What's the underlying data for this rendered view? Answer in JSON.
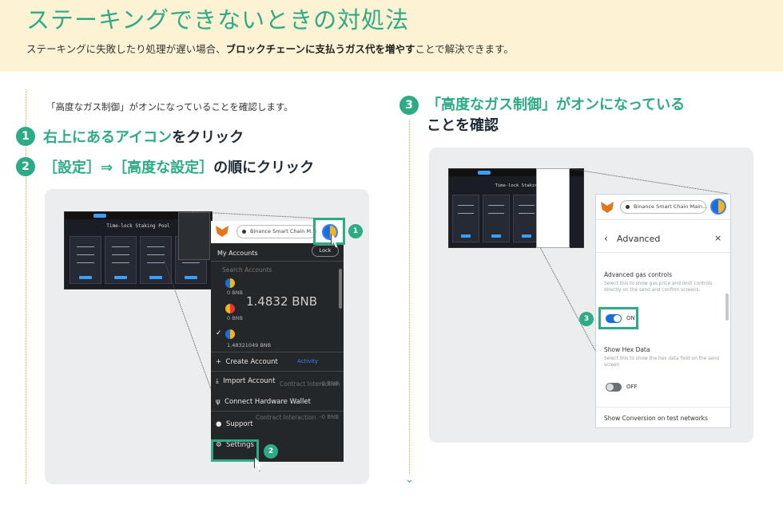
{
  "header": {
    "title": "ステーキングできないときの対処法",
    "subtitle_pre": "ステーキングに失敗したり処理が遅い場合、",
    "subtitle_bold1": "ブロックチェーンに支払うガス代を増やす",
    "subtitle_post": "ことで解決できます。"
  },
  "left": {
    "note": "「高度なガス制御」がオンになっていることを確認します。",
    "step1": {
      "num": "1",
      "green": "右上にあるアイコン",
      "rest": "をクリック"
    },
    "step2": {
      "num": "2",
      "green": "［設定］⇒［高度な設定］",
      "rest": "の順にクリック"
    }
  },
  "right": {
    "step3": {
      "num": "3",
      "line1": "「高度なガス制御」がオンになっている",
      "line2": "ことを確認"
    }
  },
  "dapp": {
    "title": "Time-lock Staking Pool"
  },
  "metamask": {
    "network": "Binance Smart Chain M...",
    "my_accounts": "My Accounts",
    "lock": "Lock",
    "search_placeholder": "Search Accounts",
    "acc1_balance": "0 BNB",
    "big_balance": "1.4832 BNB",
    "acc2_balance": "0 BNB",
    "acc3_balance": "1.48321049 BNB",
    "create_account": "Create Account",
    "activity": "Activity",
    "import_account": "Import Account",
    "bg_tx1": "Contract Interaction",
    "bg_amt1": "-0 BNB",
    "connect_hw": "Connect Hardware Wallet",
    "bg_tx2": "Contract Interaction",
    "bg_amt2": "-0 BNB",
    "support": "Support",
    "settings": "Settings",
    "badge1": "1",
    "badge2": "2"
  },
  "advanced": {
    "network": "Binance Smart Chain Main...",
    "back_title": "Advanced",
    "close": "×",
    "gas_title": "Advanced gas controls",
    "gas_desc": "Select this to show gas price and limit controls directly on the send and confirm screens.",
    "gas_state": "ON",
    "hex_title": "Show Hex Data",
    "hex_desc": "Select this to show the hex data field on the send screen",
    "hex_state": "OFF",
    "conv_title": "Show Conversion on test networks",
    "badge3": "3"
  },
  "colors": {
    "accent": "#2daa86",
    "header_bg": "#fdf3d4",
    "toggle_on": "#1a6fdb"
  }
}
